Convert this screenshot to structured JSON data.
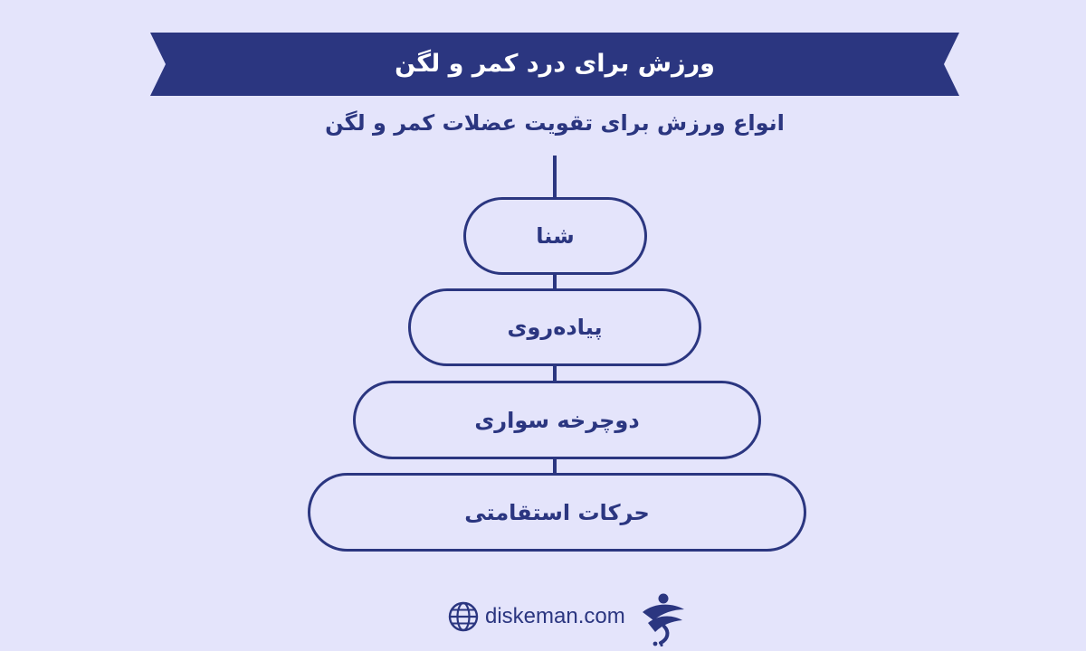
{
  "banner": {
    "title": "ورزش برای درد کمر و لگن"
  },
  "subtitle": "انواع ورزش برای تقویت عضلات کمر و لگن",
  "items": [
    {
      "label": "شنا"
    },
    {
      "label": "پیاده‌روی"
    },
    {
      "label": "دوچرخه سواری"
    },
    {
      "label": "حرکات استقامتی"
    }
  ],
  "footer": {
    "url": "diskeman.com",
    "globe_icon": "globe-icon",
    "logo_icon": "diskeman-logo"
  },
  "colors": {
    "background": "#e4e4fb",
    "primary": "#2b3680",
    "banner_text": "#ffffff"
  }
}
